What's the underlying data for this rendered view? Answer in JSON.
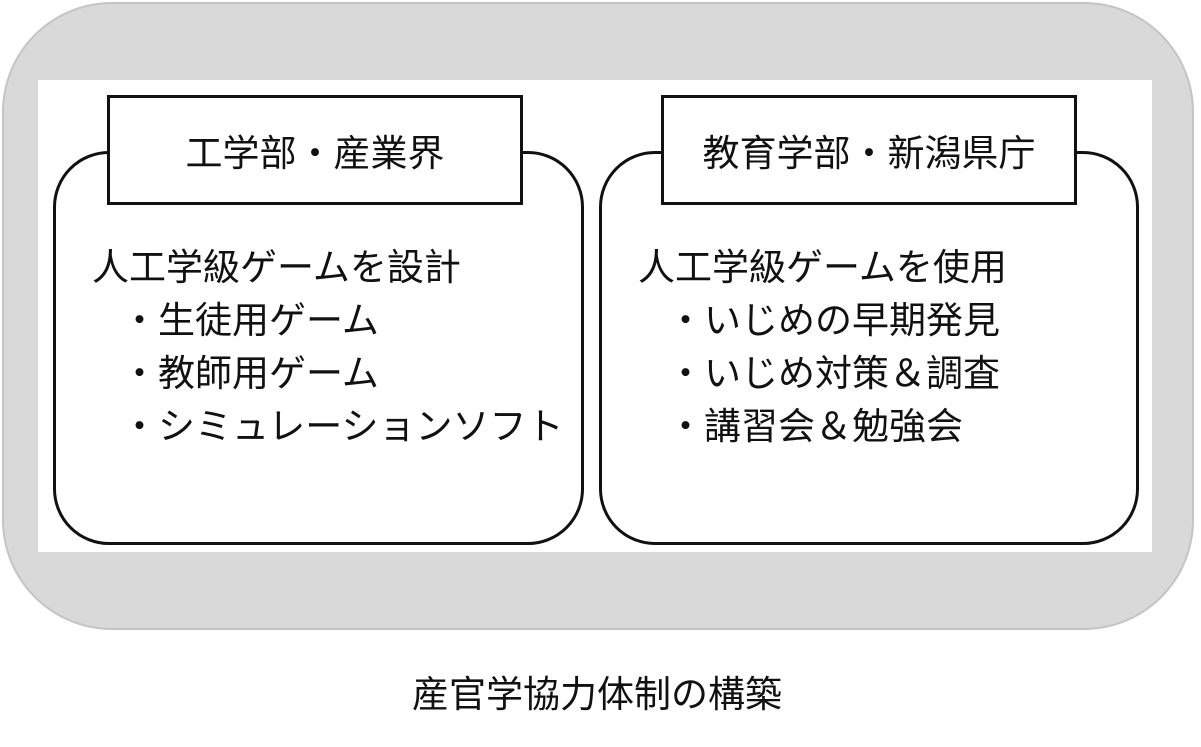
{
  "left_group": {
    "header": "工学部・産業界",
    "lines": [
      "人工学級ゲームを設計",
      "・生徒用ゲーム",
      "・教師用ゲーム",
      "・シミュレーションソフト"
    ]
  },
  "right_group": {
    "header": "教育学部・新潟県庁",
    "lines": [
      "人工学級ゲームを使用",
      "・いじめの早期発見",
      "・いじめ対策＆調査",
      "・講習会＆勉強会"
    ]
  },
  "caption": "産官学協力体制の構築",
  "colors": {
    "outer_fill": "#d9d9d9",
    "outer_border": "#c4c4c4",
    "stroke": "#111111",
    "text": "#111111"
  }
}
